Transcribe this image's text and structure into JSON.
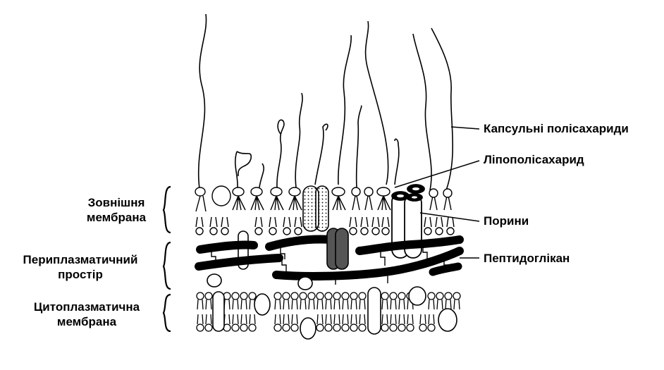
{
  "left_labels": {
    "outer_membrane": [
      "Зовнішня",
      "мембрана"
    ],
    "periplasmic_space": [
      "Периплазматичний",
      "простір"
    ],
    "cytoplasmic_membrane": [
      "Цитоплазматична",
      "мембрана"
    ]
  },
  "right_labels": {
    "capsular_polysaccharides": "Капсульні полісахариди",
    "lipopolysaccharide": "Ліпополісахарид",
    "porins": "Порини",
    "peptidoglycan": "Пептидоглікан"
  }
}
